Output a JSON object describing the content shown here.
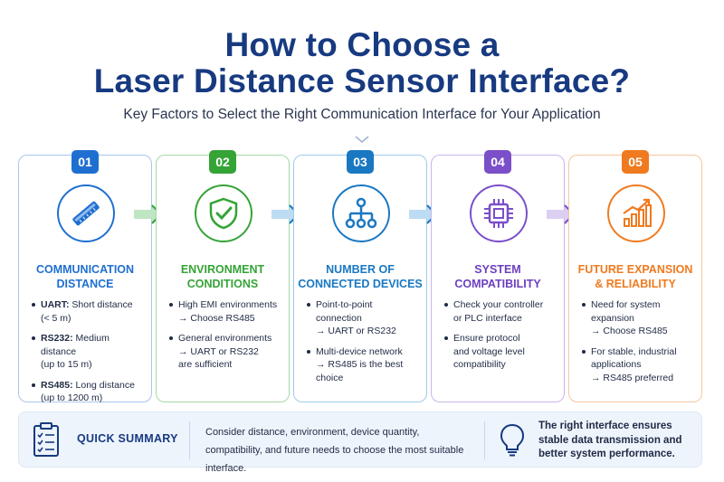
{
  "header": {
    "title_line1": "How to Choose a",
    "title_line2": "Laser Distance Sensor Interface?",
    "subtitle": "Key Factors to Select the Right Communication Interface for Your Application"
  },
  "colors": {
    "blue": "#1f6fd1",
    "green": "#35a336",
    "teal": "#1a78c2",
    "purple": "#7a4fc9",
    "orange": "#f07a1f",
    "navy": "#173a80"
  },
  "cards": [
    {
      "number": "01",
      "icon": "laser-sensor-icon",
      "title": "Communication\nDistance",
      "bullets": [
        {
          "strong": "UART:",
          "text": " Short distance\n(< 5 m)"
        },
        {
          "strong": "RS232:",
          "text": " Medium distance\n(up to 15 m)"
        },
        {
          "strong": "RS485:",
          "text": " Long distance\n(up to 1200 m)"
        }
      ]
    },
    {
      "number": "02",
      "icon": "shield-check-icon",
      "title": "Environment\nConditions",
      "bullets": [
        {
          "strong": "",
          "text": "High EMI environments\n→ Choose RS485"
        },
        {
          "strong": "",
          "text": "General environments\n→ UART or RS232\nare sufficient"
        }
      ]
    },
    {
      "number": "03",
      "icon": "network-hierarchy-icon",
      "title": "Number of\nConnected Devices",
      "bullets": [
        {
          "strong": "",
          "text": "Point-to-point connection\n→ UART or RS232"
        },
        {
          "strong": "",
          "text": "Multi-device network\n→ RS485 is the best\nchoice"
        }
      ]
    },
    {
      "number": "04",
      "icon": "chip-icon",
      "title": "System\nCompatibility",
      "bullets": [
        {
          "strong": "",
          "text": "Check your controller\nor PLC interface"
        },
        {
          "strong": "",
          "text": "Ensure protocol\nand voltage level\ncompatibility"
        }
      ]
    },
    {
      "number": "05",
      "icon": "growth-chart-icon",
      "title": "Future Expansion\n& Reliability",
      "bullets": [
        {
          "strong": "",
          "text": "Need for system expansion\n→ Choose RS485"
        },
        {
          "strong": "",
          "text": "For stable, industrial\napplications\n→ RS485 preferred"
        }
      ]
    }
  ],
  "summary": {
    "icon": "clipboard-checklist-icon",
    "label": "QUICK SUMMARY",
    "text": "Consider distance, environment, device quantity, compatibility, and future needs to choose the most suitable interface.",
    "bulb_icon": "lightbulb-icon",
    "conclusion": "The right interface ensures stable data transmission and better system performance."
  }
}
